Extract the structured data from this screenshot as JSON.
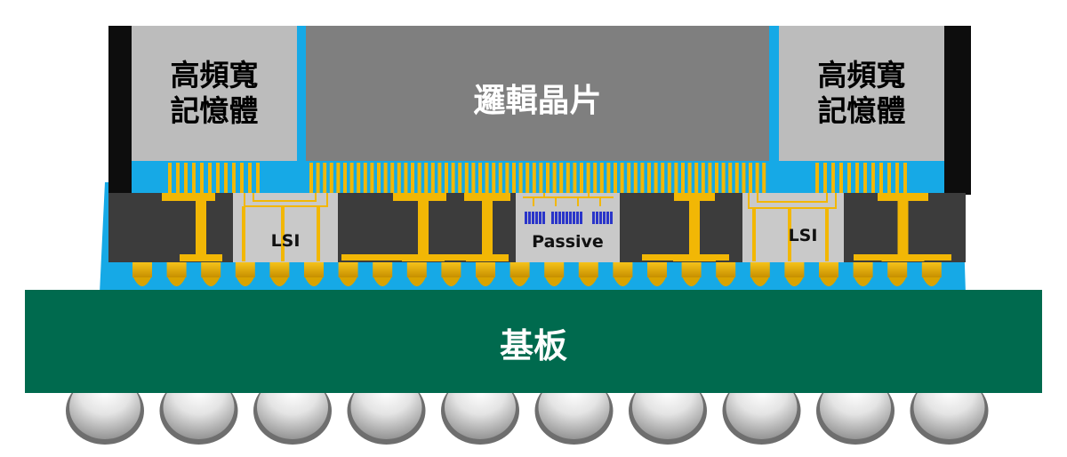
{
  "labels": {
    "hbm_left": "高頻寬\n記憶體",
    "logic_chip": "邏輯晶片",
    "hbm_right": "高頻寬\n記憶體",
    "lsi_left": "LSI",
    "passive": "Passive",
    "lsi_right": "LSI",
    "substrate": "基板"
  },
  "colors": {
    "molding": "#0d0d0d",
    "underfill": "#16a9e6",
    "memory": "#bcbcbc",
    "logic": "#7f7f7f",
    "interposer": "#3c3c3c",
    "bridge": "#c9c9c9",
    "copper": "#f2b705",
    "substrate": "#006a4e",
    "ball": "#d8d8d8",
    "passive_cap": "#2a35c9"
  }
}
